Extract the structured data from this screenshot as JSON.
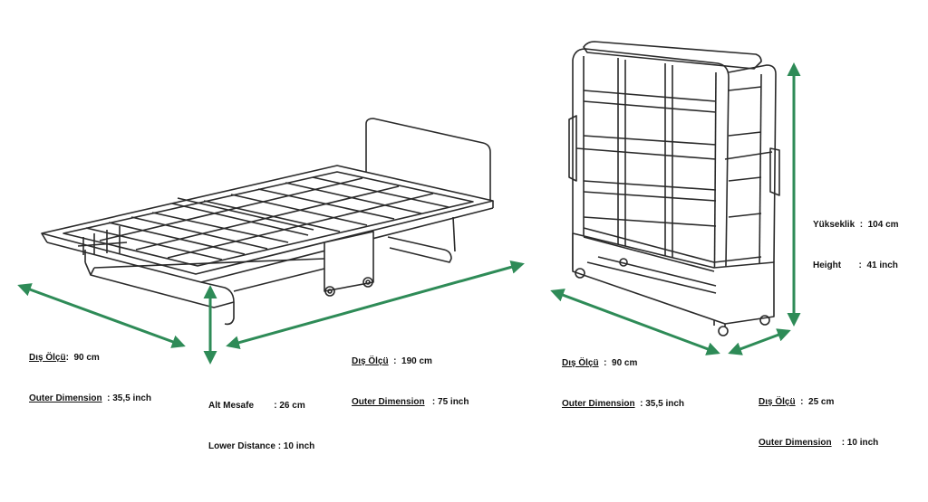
{
  "colors": {
    "arrow": "#2e8b57",
    "line": "#2a2a2a",
    "text": "#111111"
  },
  "labels": {
    "open_width": {
      "line1_key": "Dış Ölçü",
      "line1_val": ":  90 cm",
      "line2_key": "Outer Dimension",
      "line2_val": "  : 35,5 inch"
    },
    "open_length": {
      "line1_key": "Dış Ölçü",
      "line1_val": "  :  190 cm",
      "line2_key": "Outer Dimension",
      "line2_val": "   : 75 inch"
    },
    "lower_distance": {
      "line1_key": "Alt Mesafe",
      "line1_val": "        : 26 cm",
      "line2_key": "Lower Distance",
      "line2_val": " : 10 inch"
    },
    "folded_width": {
      "line1_key": "Dış Ölçü",
      "line1_val": "  :  90 cm",
      "line2_key": "Outer Dimension",
      "line2_val": "  : 35,5 inch"
    },
    "folded_depth": {
      "line1_key": "Dış Ölçü",
      "line1_val": "  :  25 cm",
      "line2_key": "Outer Dimension",
      "line2_val": "    : 10 inch"
    },
    "folded_height": {
      "line1_key": "Yükseklik",
      "line1_val": "  :  104 cm",
      "line2_key": "Height",
      "line2_val": "       :  41 inch"
    }
  }
}
